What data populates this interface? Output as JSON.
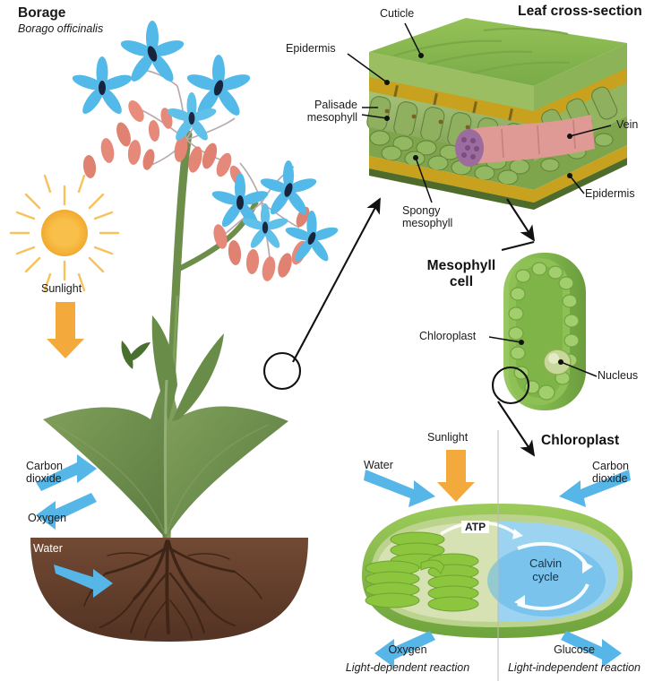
{
  "figure": {
    "subject_title": "Borage",
    "subject_binomial": "Borago officinalis",
    "type": "photosynthesis-infographic"
  },
  "panels": {
    "plant": {
      "sunlight_label": "Sunlight",
      "carbon_dioxide_label": "Carbon\ndioxide",
      "oxygen_label": "Oxygen",
      "water_label": "Water"
    },
    "leaf_cross_section": {
      "heading": "Leaf cross-section",
      "labels": {
        "cuticle": "Cuticle",
        "epidermis_top": "Epidermis",
        "palisade": "Palisade\nmesophyll",
        "spongy": "Spongy\nmesophyll",
        "vein": "Vein",
        "epidermis_bottom": "Epidermis"
      }
    },
    "mesophyll_cell": {
      "heading": "Mesophyll\ncell",
      "labels": {
        "chloroplast": "Chloroplast",
        "nucleus": "Nucleus"
      }
    },
    "chloroplast": {
      "heading": "Chloroplast",
      "inputs": {
        "water": "Water",
        "sunlight": "Sunlight",
        "carbon_dioxide": "Carbon\ndioxide"
      },
      "internal": {
        "atp": "ATP",
        "calvin_cycle": "Calvin\ncycle"
      },
      "outputs": {
        "left_product": "Oxygen",
        "left_reaction": "Light-dependent reaction",
        "right_product": "Glucose",
        "right_reaction": "Light-independent reaction"
      }
    }
  },
  "colors": {
    "sun": "#F6B43C",
    "sunlight_arrow": "#F3A93C",
    "gas_arrow_blue": "#56B6E8",
    "leaf_green": "#6E8F4E",
    "flower_blue": "#52B9E8",
    "bud_pink": "#E88C7B",
    "soil_brown": "#6B4330",
    "epidermis_gold": "#C8A21E",
    "vein_pink": "#E09A95",
    "stroma_blue": "#8FCDF0",
    "text": "#1b1b1b"
  }
}
